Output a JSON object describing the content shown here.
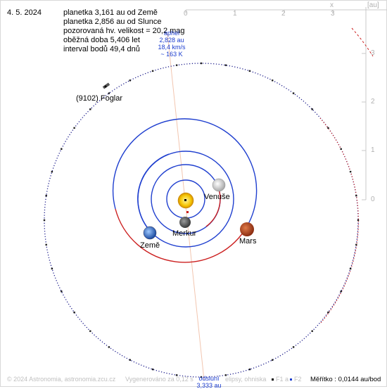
{
  "date": "4. 5. 2024",
  "info_lines": [
    "planetka 3,161 au od Země",
    "planetka 2,856 au od Slunce",
    "pozorovaná hv. velikost = 20,2 mag",
    "oběžná doba 5,406 let",
    "interval bodů 49,4 dnů"
  ],
  "asteroid_name": "(9102) Foglar",
  "aphelion": {
    "title": "aphel",
    "distance": "2,828 au",
    "speed": "18,4 km/s",
    "temperature": "~ 163 K"
  },
  "perihelion": {
    "title": "odsluní",
    "distance": "3,333 au"
  },
  "planets": {
    "venus": "Venuše",
    "earth": "Země",
    "mercury": "Merkur",
    "mars": "Mars"
  },
  "x_axis": {
    "label": "x",
    "ticks": [
      "0",
      "1",
      "2",
      "3"
    ]
  },
  "y_axis": {
    "unit": "[au]",
    "ticks": [
      "3",
      "2",
      "1",
      "0"
    ]
  },
  "footer": {
    "copyright": "© 2024 Astronomia, astronomia.zcu.cz",
    "note": "Vygenerováno za 0,12 s",
    "legend_text": "elipsy, ohniska",
    "f1": "F1 a",
    "f2": "F2"
  },
  "scale_text": "Měřítko : 0,0144 au/bod",
  "colors": {
    "orbit_blue": "#1f3fcf",
    "orbit_red": "#cc2020",
    "line": "#f2c6b0",
    "dots": "#14148a",
    "sun": "#f5c400"
  }
}
